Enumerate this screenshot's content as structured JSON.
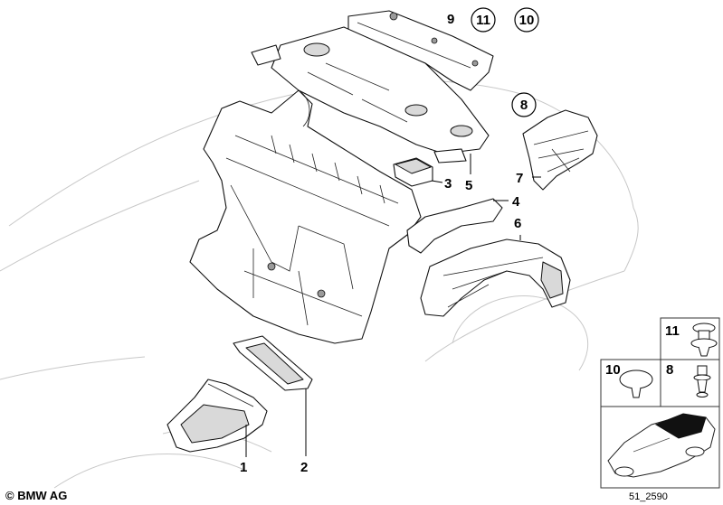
{
  "callouts": {
    "c1": "1",
    "c2": "2",
    "c3": "3",
    "c4": "4",
    "c5": "5",
    "c6": "6",
    "c7": "7",
    "c8": "8",
    "c9": "9",
    "c10": "10",
    "c11": "11"
  },
  "legend": {
    "box11": "11",
    "box10": "10",
    "box8": "8"
  },
  "footer": {
    "copyright": "© BMW AG",
    "reference": "51_2590"
  }
}
